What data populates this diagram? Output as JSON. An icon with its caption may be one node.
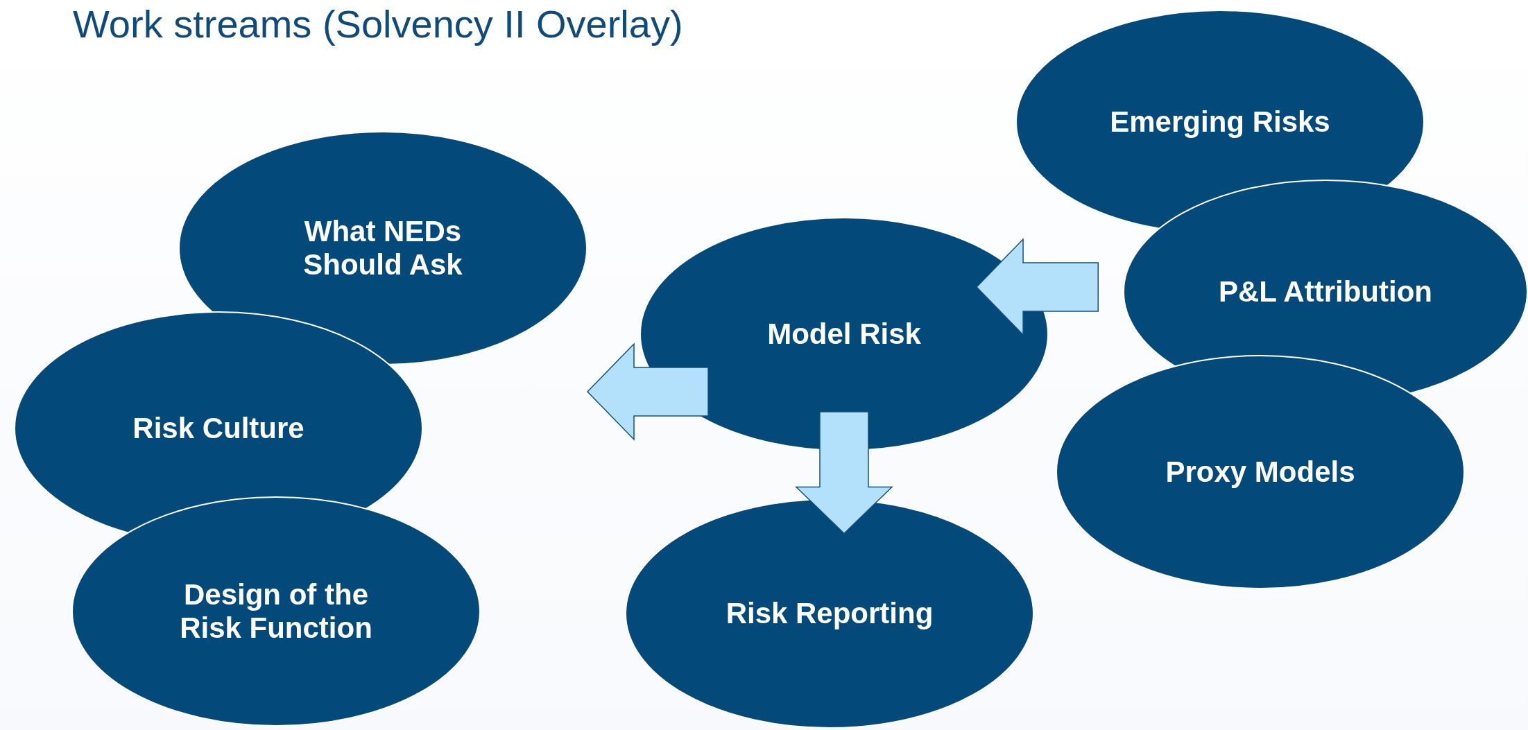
{
  "diagram": {
    "title": "Work streams (Solvency II Overlay)",
    "nodes": [
      {
        "text": [
          "Emerging Risks"
        ]
      },
      {
        "text": [
          "What NEDs Should Ask"
        ]
      },
      {
        "text": [
          "P&L Attribution"
        ]
      },
      {
        "text": [
          "Model Risk"
        ]
      },
      {
        "text": [
          "Risk Culture"
        ]
      },
      {
        "text": [
          "Proxy Models"
        ]
      },
      {
        "text": [
          "Design of the Risk Function"
        ]
      },
      {
        "text": [
          "Risk Reporting"
        ]
      }
    ],
    "edges": [
      {
        "from": 2,
        "to": 3,
        "arrow": "to"
      },
      {
        "from": 3,
        "to": null,
        "arrow": "to"
      },
      {
        "from": 3,
        "to": 7,
        "arrow": "to"
      }
    ]
  }
}
